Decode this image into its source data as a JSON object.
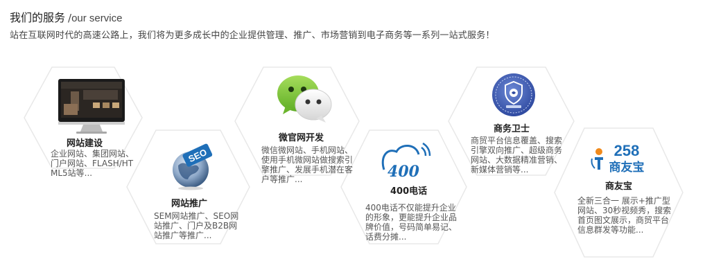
{
  "header": {
    "title": "我们的服务",
    "separator": "/",
    "title_en": "our service",
    "subtitle": "站在互联网时代的高速公路上，我们将为更多成长中的企业提供管理、推广、市场营销到电子商务等一系列一站式服务！"
  },
  "services": [
    {
      "name": "网站建设",
      "desc": "企业网站、集团网站、门户网站、FLASH/HTML5站等...",
      "icon": "computer-icon"
    },
    {
      "name": "网站推广",
      "desc": "SEM网站推广、SEO网站推广、门户及B2B网站推广等推广...",
      "icon": "seo-globe-icon"
    },
    {
      "name": "微官网开发",
      "desc": "微信微网站、手机网站、使用手机微网站做搜索引擎推广、发展手机潜在客户等推广...",
      "icon": "wechat-icon"
    },
    {
      "name": "400电话",
      "desc": "400电话不仅能提升企业的形象，更能提升企业品牌价值，号码简单易记、话费分摊...",
      "icon": "400-logo-icon",
      "logo_text": "400"
    },
    {
      "name": "商务卫士",
      "desc": "商贸平台信息覆盖、搜索引擎双向推广、超级商务网站、大数据精准营销、新媒体营销等...",
      "icon": "shield-badge-icon"
    },
    {
      "name": "商友宝",
      "desc": "全新三合一 展示+推广型网站、30秒视频秀，搜索首页图文展示，商贸平台信息群发等功能...",
      "icon": "258-logo-icon",
      "logo_num": "258",
      "logo_text": "商友宝"
    }
  ],
  "colors": {
    "hex_border": "#e6e6e6",
    "wechat_green": "#7cc63a",
    "logo_blue": "#1f6fb8",
    "badge_blue": "#3a5bb8",
    "logo_orange": "#f08a1c"
  }
}
